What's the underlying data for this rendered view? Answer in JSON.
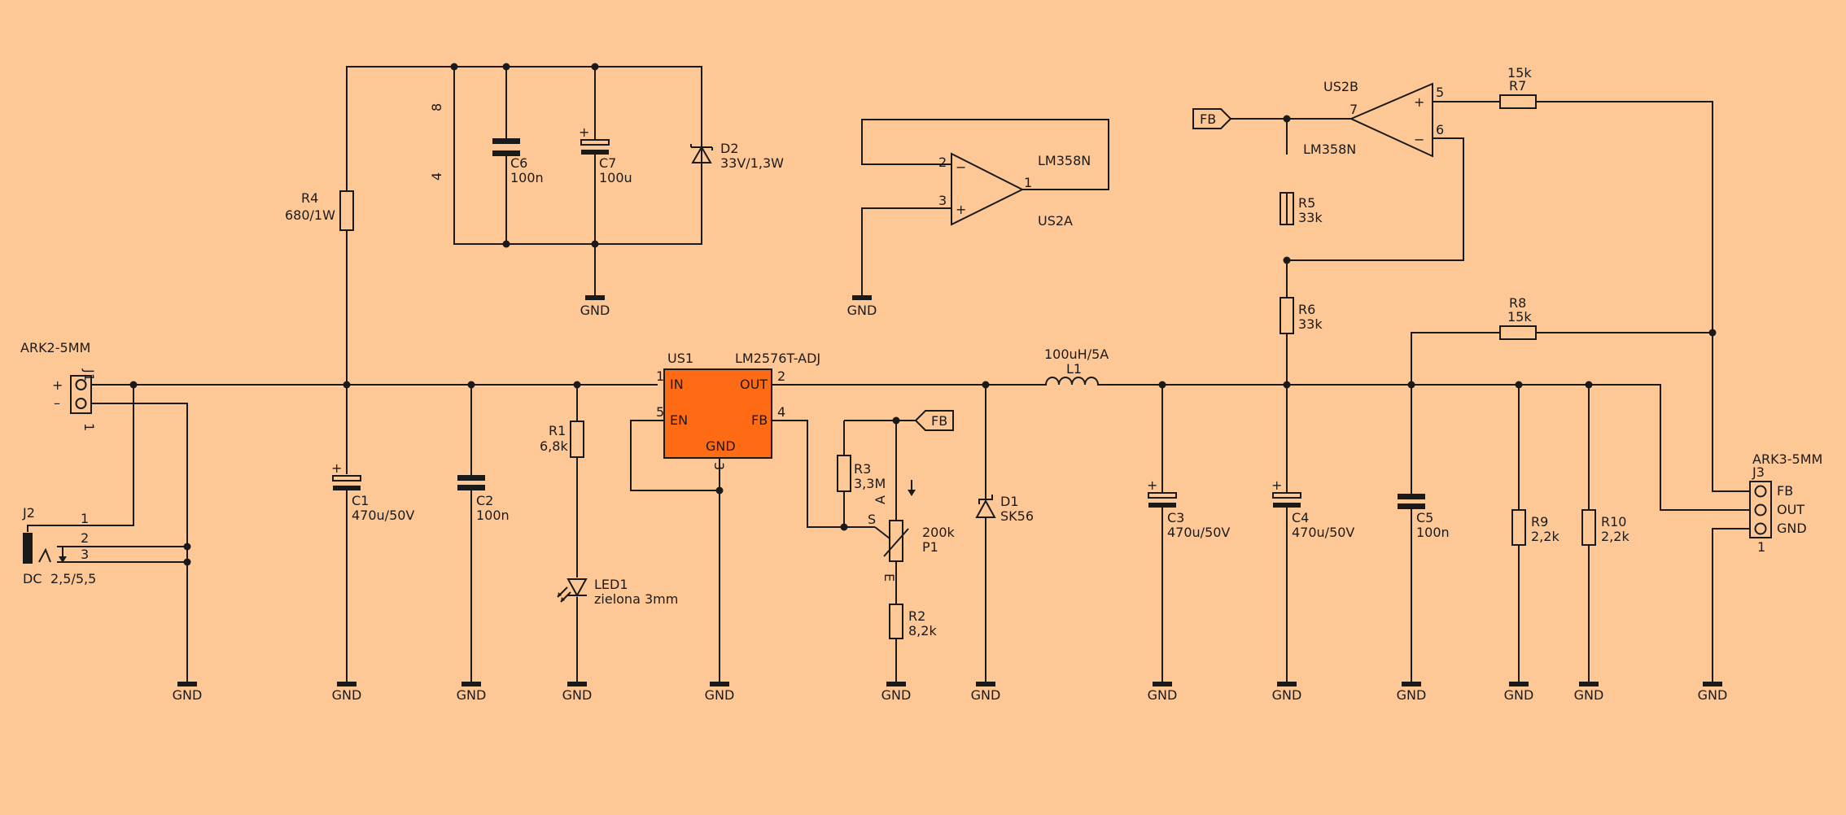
{
  "colors": {
    "background": "#FEC896",
    "ic_fill": "#FF6A14",
    "wire": "#1a1a1a"
  },
  "gnd": "GND",
  "connectors": {
    "j1": {
      "type": "ARK2-5MM",
      "ref": "J1",
      "plus": "+",
      "minus": "–",
      "pin1": "1"
    },
    "j2": {
      "ref": "J2",
      "type": "DC",
      "value": "2,5/5,5",
      "pins": [
        "1",
        "2",
        "3"
      ]
    },
    "j3": {
      "type": "ARK3-5MM",
      "ref": "J3",
      "fb": "FB",
      "out": "OUT",
      "gnd": "GND",
      "pin1": "1"
    }
  },
  "us1": {
    "ref": "US1",
    "part": "LM2576T-ADJ",
    "in": "IN",
    "out": "OUT",
    "en": "EN",
    "fb": "FB",
    "gnd": "GND",
    "pin1": "1",
    "pin2": "2",
    "pin3": "3",
    "pin4": "4",
    "pin5": "5"
  },
  "us2a": {
    "ref": "US2A",
    "part": "LM358N",
    "pin_minus": "2",
    "pin_plus": "3",
    "pin_out": "1",
    "minus": "−",
    "plus": "+"
  },
  "us2b": {
    "ref": "US2B",
    "part": "LM358N",
    "pin_plus": "5",
    "pin_minus": "6",
    "pin_out": "7",
    "minus": "−",
    "plus": "+"
  },
  "us2_power": {
    "pin8": "8",
    "pin4": "4"
  },
  "fb_labels": [
    "FB",
    "FB"
  ],
  "components": {
    "r1": {
      "ref": "R1",
      "value": "6,8k"
    },
    "r2": {
      "ref": "R2",
      "value": "8,2k"
    },
    "r3": {
      "ref": "R3",
      "value": "3,3M"
    },
    "r4": {
      "ref": "R4",
      "value": "680/1W"
    },
    "r5": {
      "ref": "R5",
      "value": "33k"
    },
    "r6": {
      "ref": "R6",
      "value": "33k"
    },
    "r7": {
      "ref": "R7",
      "value": "15k"
    },
    "r8": {
      "ref": "R8",
      "value": "15k"
    },
    "r9": {
      "ref": "R9",
      "value": "2,2k"
    },
    "r10": {
      "ref": "R10",
      "value": "2,2k"
    },
    "c1": {
      "ref": "C1",
      "value": "470u/50V"
    },
    "c2": {
      "ref": "C2",
      "value": "100n"
    },
    "c3": {
      "ref": "C3",
      "value": "470u/50V"
    },
    "c4": {
      "ref": "C4",
      "value": "470u/50V"
    },
    "c5": {
      "ref": "C5",
      "value": "100n"
    },
    "c6": {
      "ref": "C6",
      "value": "100n"
    },
    "c7": {
      "ref": "C7",
      "value": "100u"
    },
    "d1": {
      "ref": "D1",
      "value": "SK56"
    },
    "d2": {
      "ref": "D2",
      "value": "33V/1,3W"
    },
    "l1": {
      "ref": "L1",
      "value": "100uH/5A"
    },
    "led1": {
      "ref": "LED1",
      "value": "zielona 3mm"
    },
    "p1": {
      "ref": "P1",
      "value": "200k",
      "a": "A",
      "s": "S",
      "e": "E"
    }
  },
  "polarity": {
    "plus": "+"
  }
}
